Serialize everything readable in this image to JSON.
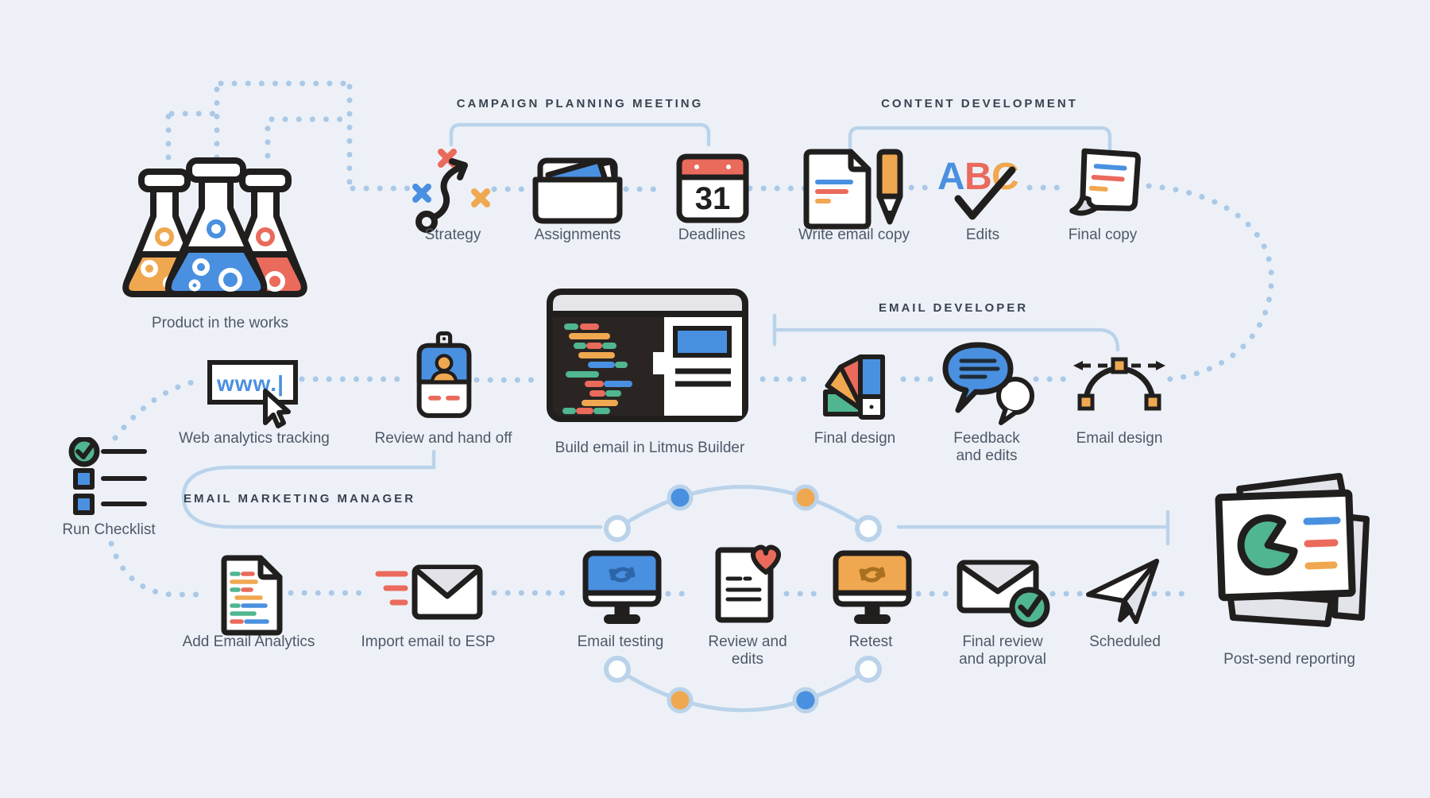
{
  "palette": {
    "background": "#edf1f7",
    "connector_blue": "#abc9e7",
    "bracket_blue": "#bad3ea",
    "outline_black": "#211e1e",
    "blue": "#4a90e0",
    "red": "#ea6a5c",
    "orange": "#f0a850",
    "green": "#50b690",
    "label_text": "#4f5867",
    "header_text": "#394250"
  },
  "sections": {
    "campaign": {
      "label": "CAMPAIGN PLANNING MEETING"
    },
    "content": {
      "label": "CONTENT DEVELOPMENT"
    },
    "developer": {
      "label": "EMAIL DEVELOPER"
    },
    "manager": {
      "label": "EMAIL MARKETING MANAGER"
    }
  },
  "nodes": {
    "product": {
      "label": "Product in the works"
    },
    "strategy": {
      "label": "Strategy"
    },
    "assignments": {
      "label": "Assignments"
    },
    "deadlines": {
      "label": "Deadlines",
      "calendar_day": "31"
    },
    "write_copy": {
      "label": "Write email copy"
    },
    "edits": {
      "label": "Edits",
      "letters": [
        "A",
        "B",
        "C"
      ]
    },
    "final_copy": {
      "label": "Final copy"
    },
    "web_analytics": {
      "label": "Web analytics tracking",
      "url_text": "www.|"
    },
    "review_handoff": {
      "label": "Review and hand off"
    },
    "builder": {
      "label": "Build email in Litmus Builder"
    },
    "final_design": {
      "label": "Final design"
    },
    "feedback_edits": {
      "label": "Feedback and edits"
    },
    "email_design": {
      "label": "Email design"
    },
    "run_checklist": {
      "label": "Run Checklist"
    },
    "add_analytics": {
      "label": "Add Email Analytics"
    },
    "import_esp": {
      "label": "Import email to ESP"
    },
    "email_testing": {
      "label": "Email testing"
    },
    "review_edits": {
      "label": "Review and edits"
    },
    "retest": {
      "label": "Retest"
    },
    "final_review": {
      "label": "Final review and approval"
    },
    "scheduled": {
      "label": "Scheduled"
    },
    "post_send": {
      "label": "Post-send reporting"
    }
  }
}
